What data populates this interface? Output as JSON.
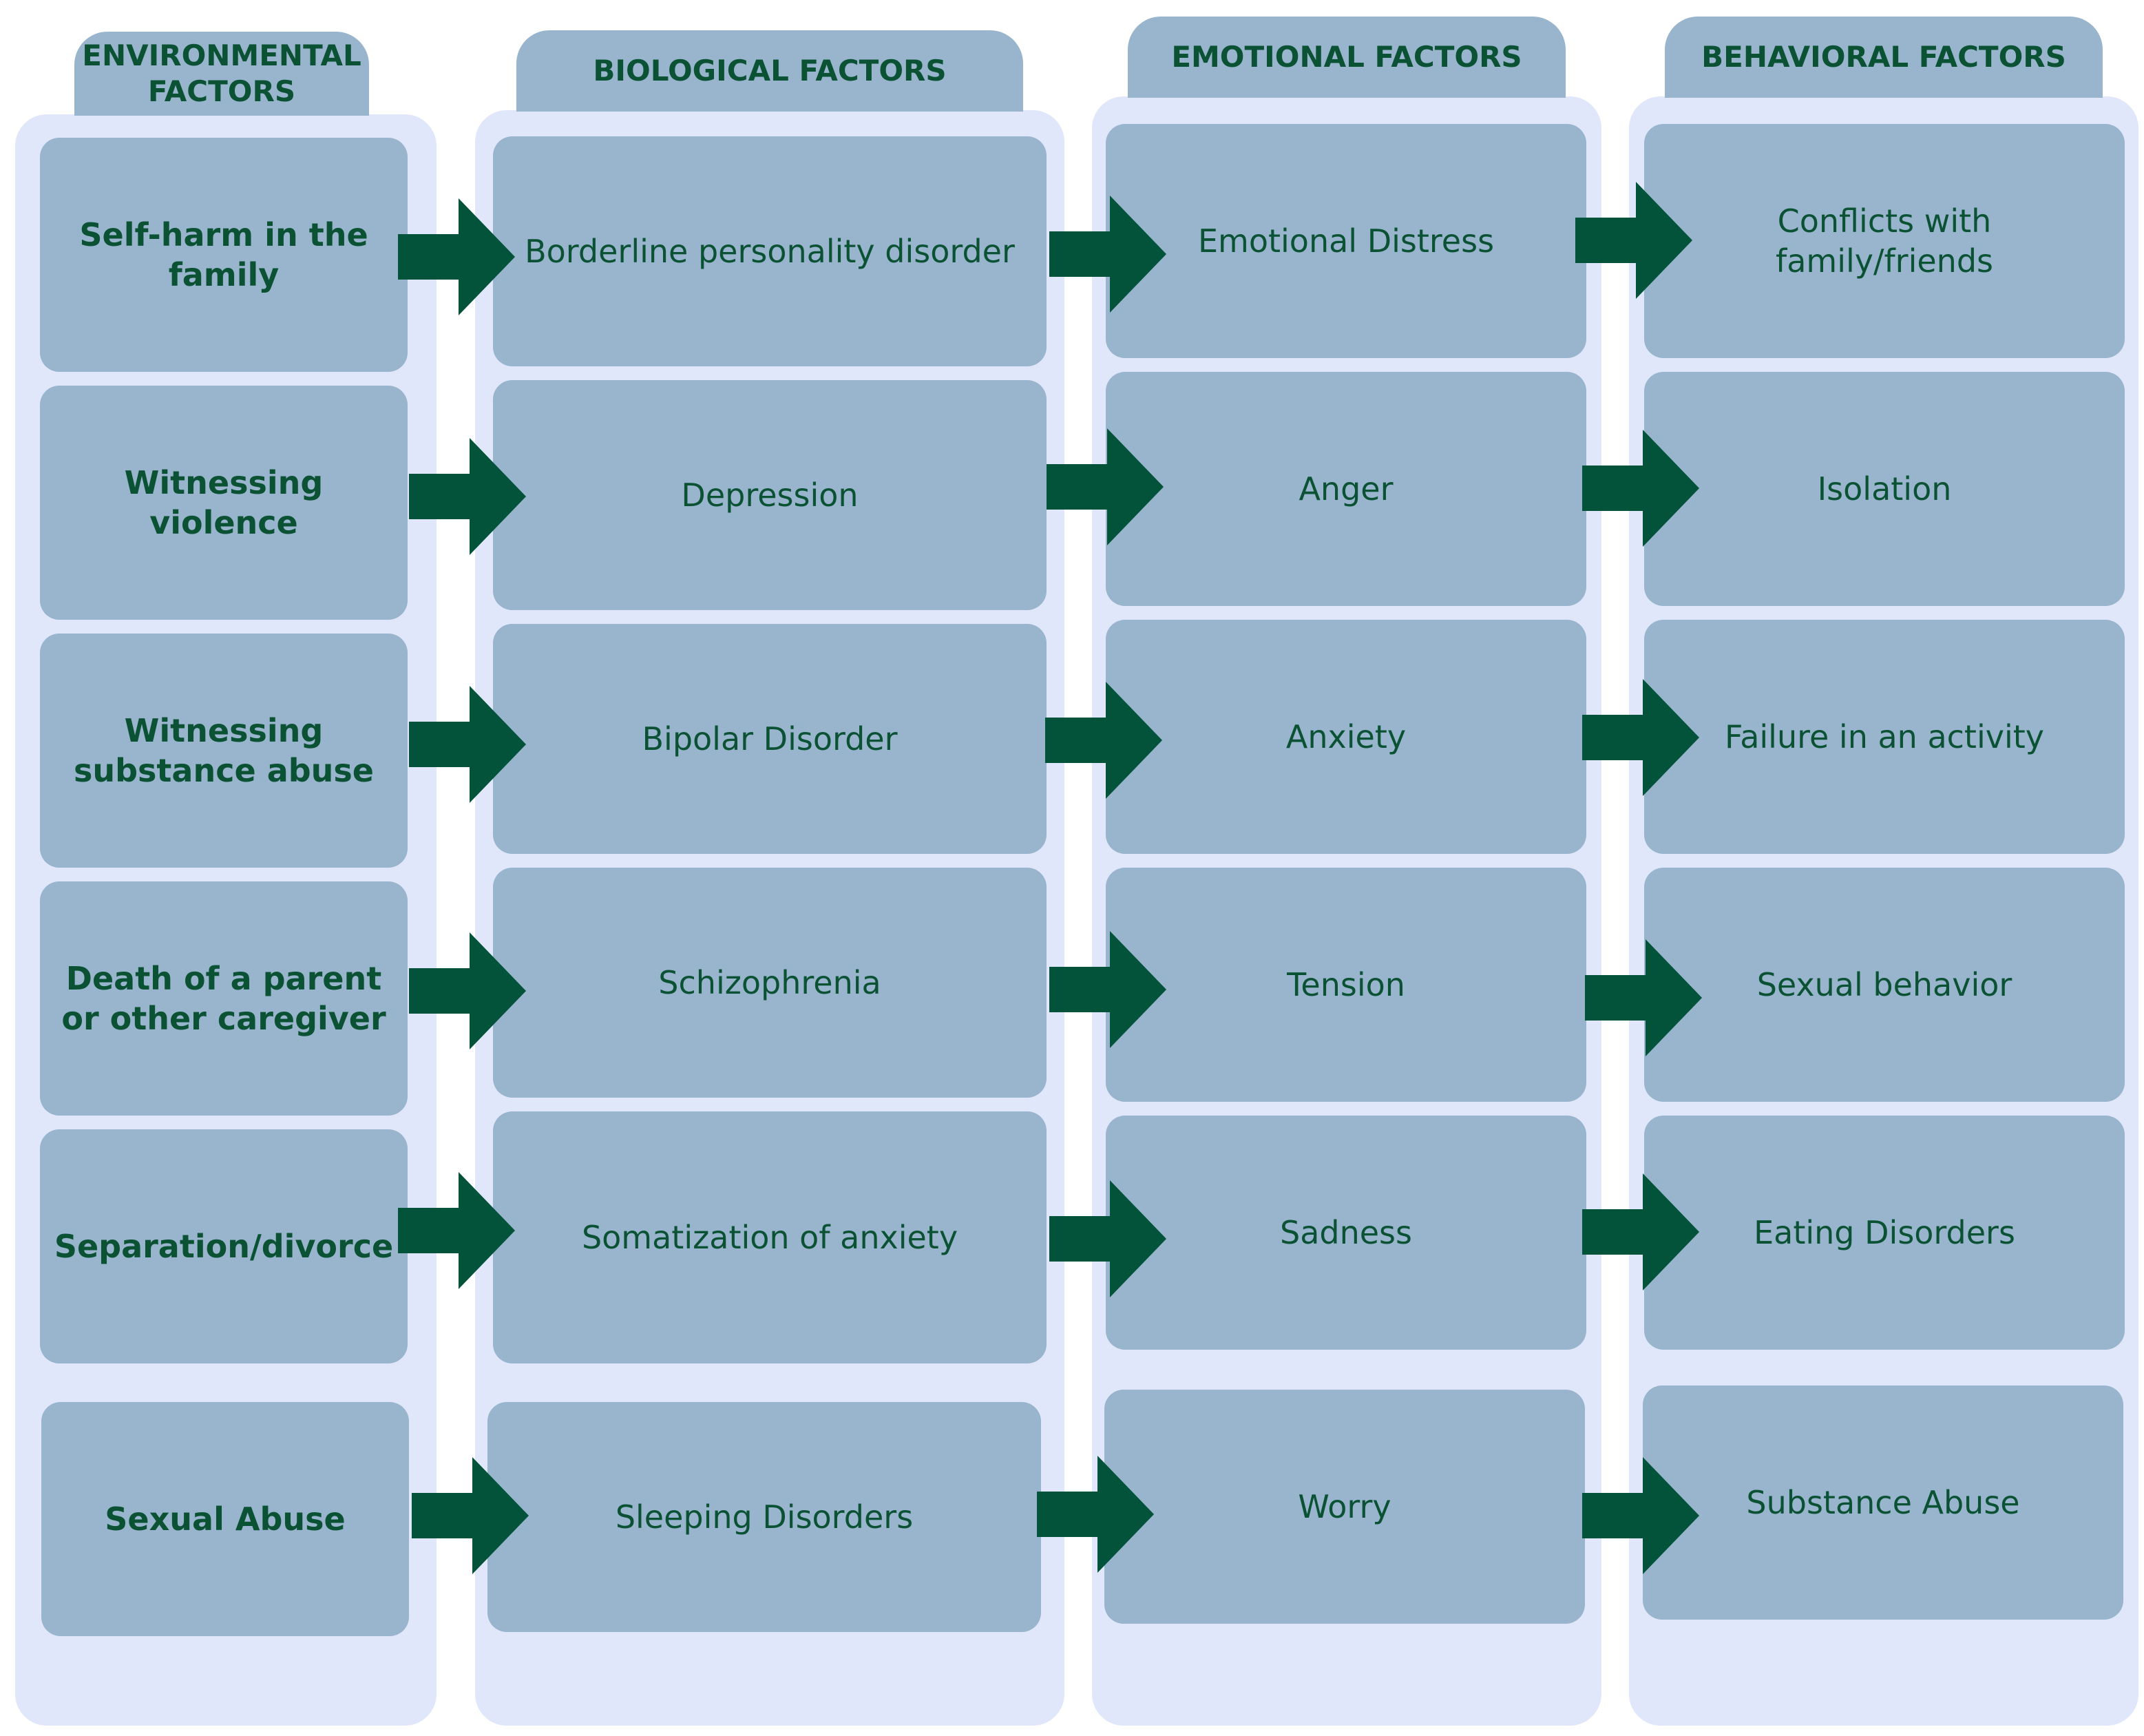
{
  "columns": [
    {
      "header": "ENVIRONMENTAL\nFACTORS",
      "items": [
        "Self-harm in the\nfamily",
        "Witnessing\nviolence",
        "Witnessing\nsubstance abuse",
        "Death of a parent\nor other caregiver",
        "Separation/divorce",
        "Sexual Abuse"
      ]
    },
    {
      "header": "BIOLOGICAL FACTORS",
      "items": [
        "Borderline personality disorder",
        "Depression",
        "Bipolar Disorder",
        "Schizophrenia",
        "Somatization of anxiety",
        "Sleeping Disorders"
      ]
    },
    {
      "header": "EMOTIONAL FACTORS",
      "items": [
        "Emotional Distress",
        "Anger",
        "Anxiety",
        "Tension",
        "Sadness",
        "Worry"
      ]
    },
    {
      "header": "BEHAVIORAL FACTORS",
      "items": [
        "Conflicts with\nfamily/friends",
        "Isolation",
        "Failure in an activity",
        "Sexual behavior",
        "Eating Disorders",
        "Substance Abuse"
      ]
    }
  ],
  "colors": {
    "panel": "#e1e7fa",
    "card": "#98b5cd",
    "text": "#0b5234",
    "arrow": "#03523a"
  }
}
